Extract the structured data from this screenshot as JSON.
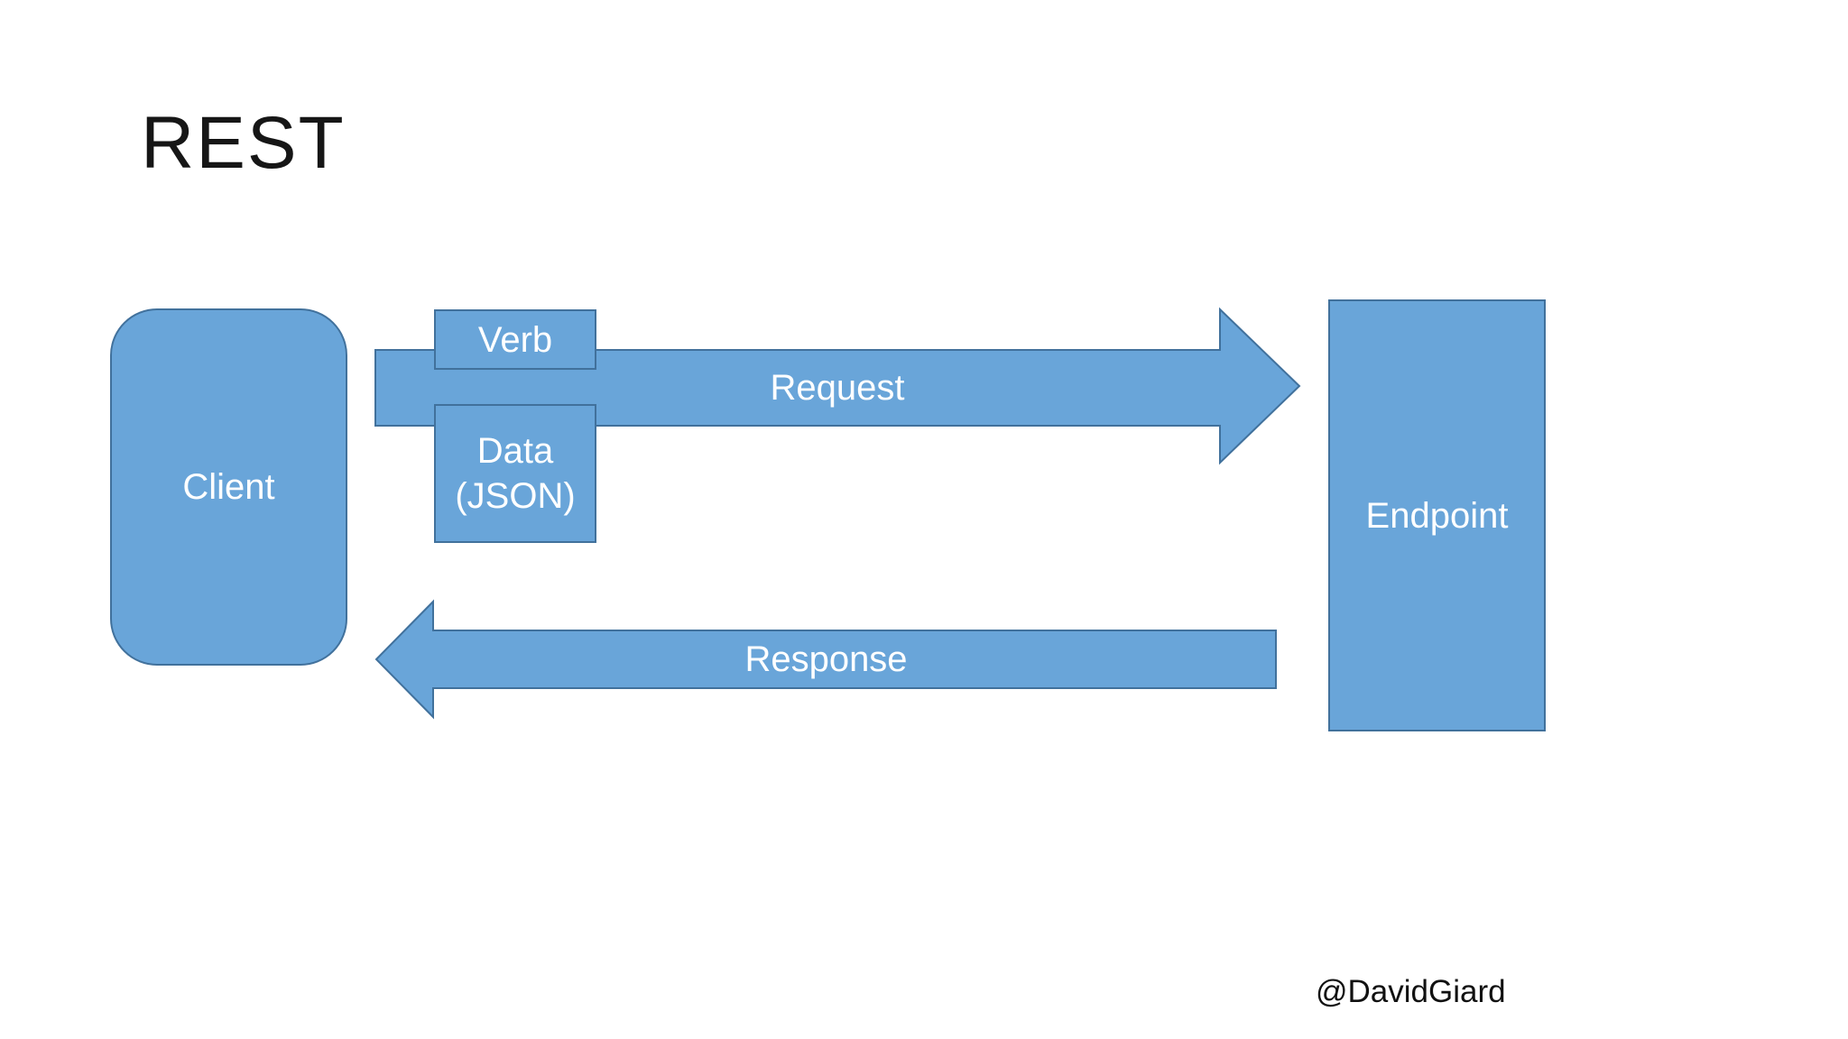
{
  "slide": {
    "title": "REST",
    "watermark": "@DavidGiard"
  },
  "diagram": {
    "nodes": {
      "client_label": "Client",
      "endpoint_label": "Endpoint",
      "verb_label": "Verb",
      "data_label": "Data\n(JSON)"
    },
    "flows": {
      "request_label": "Request",
      "response_label": "Response",
      "request_direction": "client-to-endpoint",
      "response_direction": "endpoint-to-client"
    }
  },
  "colors": {
    "shape_fill": "#69A5D9",
    "shape_border": "#41719C",
    "shape_text": "#FFFFFF",
    "title_text": "#161616",
    "watermark_text": "#111111",
    "bg": "#FFFFFF"
  }
}
